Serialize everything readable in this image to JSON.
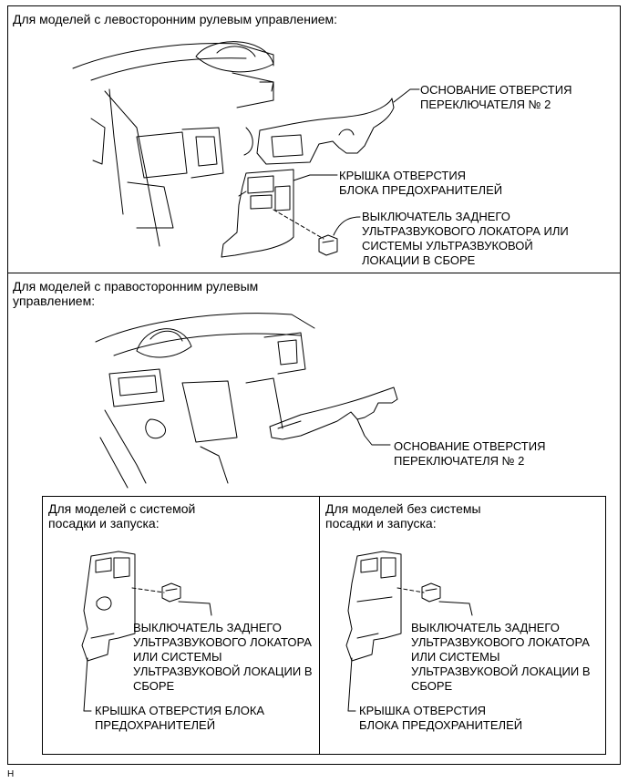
{
  "panel_lhd": {
    "title": "Для моделей с левосторонним рулевым управлением:",
    "label_base": "ОСНОВАНИЕ ОТВЕРСТИЯ\nПЕРЕКЛЮЧАТЕЛЯ № 2",
    "label_cover": "КРЫШКА ОТВЕРСТИЯ\nБЛОКА ПРЕДОХРАНИТЕЛЕЙ",
    "label_switch": "ВЫКЛЮЧАТЕЛЬ ЗАДНЕГО\nУЛЬТРАЗВУКОВОГО ЛОКАТОРА ИЛИ\nСИСТЕМЫ УЛЬТРАЗВУКОВОЙ\nЛОКАЦИИ В СБОРЕ"
  },
  "panel_rhd": {
    "title": "Для моделей с правосторонним рулевым\nуправлением:",
    "label_base": "ОСНОВАНИЕ ОТВЕРСТИЯ\nПЕРЕКЛЮЧАТЕЛЯ № 2",
    "sub_with": {
      "title": "Для моделей с системой\nпосадки и запуска:",
      "label_switch": "ВЫКЛЮЧАТЕЛЬ ЗАДНЕГО\nУЛЬТРАЗВУКОВОГО ЛОКАТОРА\nИЛИ СИСТЕМЫ\nУЛЬТРАЗВУКОВОЙ ЛОКАЦИИ В\nСБОРЕ",
      "label_cover": "КРЫШКА ОТВЕРСТИЯ БЛОКА\nПРЕДОХРАНИТЕЛЕЙ"
    },
    "sub_without": {
      "title": "Для моделей без системы\nпосадки и запуска:",
      "label_switch": "ВЫКЛЮЧАТЕЛЬ ЗАДНЕГО\nУЛЬТРАЗВУКОВОГО ЛОКАТОРА\nИЛИ СИСТЕМЫ\nУЛЬТРАЗВУКОВОЙ ЛОКАЦИИ В\nСБОРЕ",
      "label_cover": "КРЫШКА ОТВЕРСТИЯ\nБЛОКА ПРЕДОХРАНИТЕЛЕЙ"
    }
  },
  "footer_code": "H"
}
